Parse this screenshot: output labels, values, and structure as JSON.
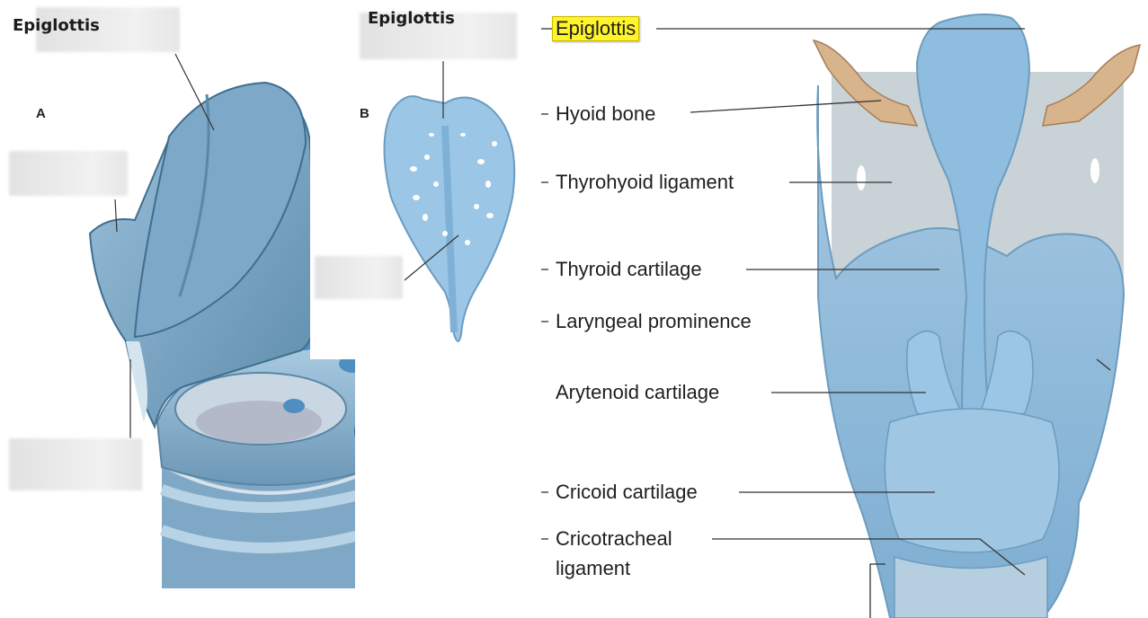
{
  "panel_a": {
    "label": "Epiglottis",
    "letter": "A"
  },
  "panel_b": {
    "label": "Epiglottis",
    "letter": "B"
  },
  "panel_c": {
    "labels": [
      "Epiglottis",
      "Hyoid bone",
      "Thyrohyoid ligament",
      "Thyroid cartilage",
      "Laryngeal prominence",
      "Arytenoid cartilage",
      "Cricoid cartilage",
      "Cricotracheal",
      "ligament"
    ],
    "highlight_color": "#fff32a"
  },
  "colors": {
    "cartilage": "#8fb8d6",
    "cartilage_dark": "#4f7f9e",
    "bone": "#d7b48c",
    "ligament": "#c6d3d8"
  }
}
